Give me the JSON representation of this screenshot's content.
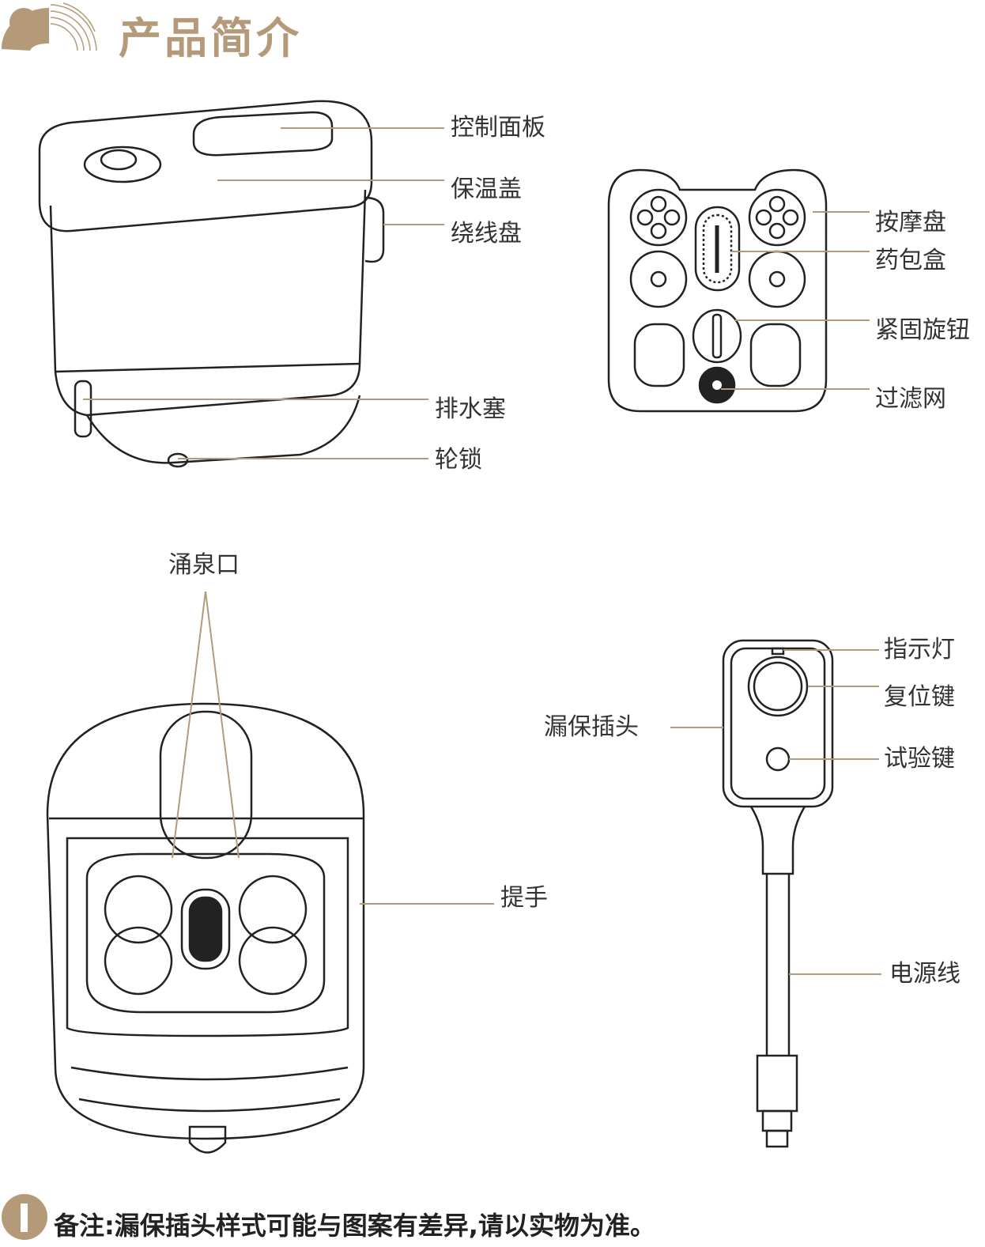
{
  "header": {
    "title": "产品简介"
  },
  "main_unit": {
    "labels": [
      "控制面板",
      "保温盖",
      "绕线盘",
      "排水塞",
      "轮锁"
    ]
  },
  "massage_tray": {
    "labels": [
      "按摩盘",
      "药包盒",
      "紧固旋钮",
      "过滤网"
    ]
  },
  "top_view": {
    "labels": [
      "涌泉口",
      "提手"
    ]
  },
  "leakage_plug": {
    "labels": [
      "漏保插头",
      "指示灯",
      "复位键",
      "试验键",
      "电源线"
    ]
  },
  "footer": {
    "note": "备注:漏保插头样式可能与图案有差异,请以实物为准。"
  },
  "colors": {
    "accent": "#b49a78",
    "line": "#222222"
  }
}
